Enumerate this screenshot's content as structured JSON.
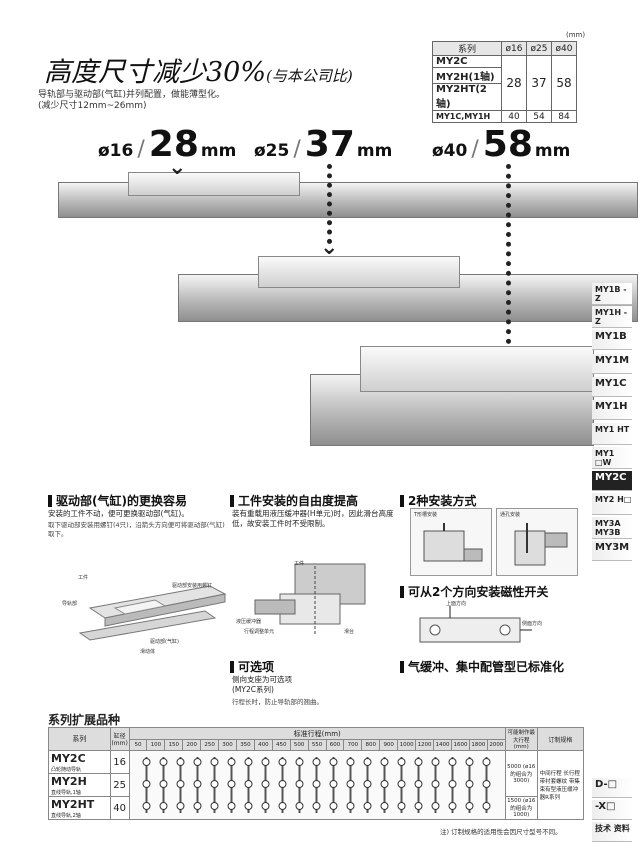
{
  "header": {
    "title": "高度尺寸减少30%",
    "title_suffix": "(与本公司比)",
    "subtitle_line1": "导轨部与驱动部(气缸)并列配置，做能薄型化。",
    "subtitle_line2": "(减少尺寸12mm~26mm)"
  },
  "spec_table": {
    "unit": "(mm)",
    "headers": [
      "系列",
      "ø16",
      "ø25",
      "ø40"
    ],
    "row_labels": [
      "MY2C",
      "MY2H(1轴)",
      "MY2HT(2轴)"
    ],
    "row_values": [
      "28",
      "37",
      "58"
    ],
    "compare_label": "MY1C,MY1H",
    "compare_values": [
      "40",
      "54",
      "84"
    ]
  },
  "sizes": [
    {
      "phi": "ø16",
      "height": "28",
      "unit": "mm"
    },
    {
      "phi": "ø25",
      "height": "37",
      "unit": "mm"
    },
    {
      "phi": "ø40",
      "height": "58",
      "unit": "mm"
    }
  ],
  "sidebar": [
    "MY1B -Z",
    "MY1H -Z",
    "MY1B",
    "MY1M",
    "MY1C",
    "MY1H",
    "MY1 HT",
    "MY1 □W",
    "MY2C",
    "MY2 H□",
    "MY3A MY3B",
    "MY3M"
  ],
  "sidebar_lower": [
    "D-□",
    "-X□",
    "技术 资料"
  ],
  "features": {
    "f1": {
      "title": "驱动部(气缸)的更换容易",
      "body": "安装的工件不动，便可更换驱动部(气缸)。",
      "small": "取下驱动部安装用螺钉(4只)，沿箭头方向便可将驱动部(气缸)取下。",
      "labels": [
        "工件",
        "导轨部",
        "驱动部安装用螺钉",
        "驱动部(气缸)",
        "滑动体"
      ]
    },
    "f2": {
      "title": "工件安装的自由度提高",
      "body": "装有重载用液压缓冲器(H单元)时，因此滑台高度低，故安装工件时不受限制。",
      "labels": [
        "工件",
        "液压缓冲器",
        "行程调整单元",
        "滑台"
      ]
    },
    "f3": {
      "title": "2种安装方式",
      "labels": [
        "T形槽安装",
        "通孔安装"
      ]
    },
    "f4": {
      "title": "可从2个方向安装磁性开关",
      "labels": [
        "上面方向",
        "侧面方向"
      ]
    },
    "f5": {
      "title": "可选项",
      "body": "侧向支座为可选项",
      "body2": "(MY2C系列)",
      "small": "行程长时，防止导轨部的翘曲。"
    },
    "f6": {
      "title": "气缓冲、集中配管型已标准化"
    }
  },
  "expansion": {
    "title": "系列扩展品种",
    "col_series": "系列",
    "col_bore": "缸径(mm)",
    "col_stroke": "标准行程(mm)",
    "col_max": "可能制作最大行程(mm)",
    "col_option": "订制规格",
    "strokes": [
      "50",
      "100",
      "150",
      "200",
      "250",
      "300",
      "350",
      "400",
      "450",
      "500",
      "550",
      "600",
      "700",
      "800",
      "900",
      "1000",
      "1200",
      "1400",
      "1600",
      "1800",
      "2000"
    ],
    "rows": [
      {
        "name": "MY2C",
        "desc": "凸轮随动导轨",
        "bore": "16"
      },
      {
        "name": "MY2H",
        "desc": "直线导轨,1轴",
        "bore": "25"
      },
      {
        "name": "MY2HT",
        "desc": "直线导轨,2轴",
        "bore": "40"
      }
    ],
    "max_a": "5000 (ø16的组合为3000)",
    "max_b": "1500 (ø16的组合为1000)",
    "options": "中间行程 长行程 带衬套螺纹 带集束有型液压缓冲器R系列"
  },
  "note": "注) 订制规格的适用性会因尺寸型号不同。"
}
